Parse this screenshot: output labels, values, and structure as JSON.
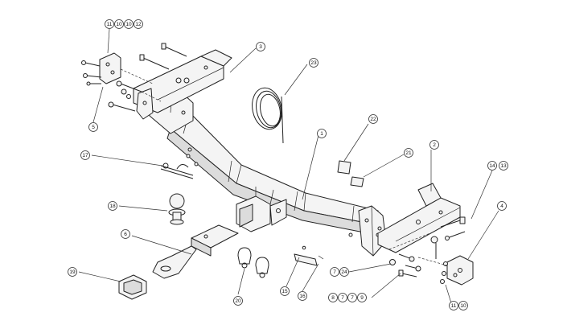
{
  "callouts": [
    {
      "id": "c11a",
      "text": "11"
    },
    {
      "id": "c10a",
      "text": "10"
    },
    {
      "id": "c10b",
      "text": "10"
    },
    {
      "id": "c12",
      "text": "12"
    },
    {
      "id": "c5",
      "text": "5"
    },
    {
      "id": "c3",
      "text": "3"
    },
    {
      "id": "c23",
      "text": "23"
    },
    {
      "id": "c1",
      "text": "1"
    },
    {
      "id": "c22",
      "text": "22"
    },
    {
      "id": "c21",
      "text": "21"
    },
    {
      "id": "c2",
      "text": "2"
    },
    {
      "id": "c14",
      "text": "14"
    },
    {
      "id": "c13",
      "text": "13"
    },
    {
      "id": "c4",
      "text": "4"
    },
    {
      "id": "c17",
      "text": "17"
    },
    {
      "id": "c18",
      "text": "18"
    },
    {
      "id": "c6",
      "text": "6"
    },
    {
      "id": "c19",
      "text": "19"
    },
    {
      "id": "c20",
      "text": "20"
    },
    {
      "id": "c15",
      "text": "15"
    },
    {
      "id": "c16",
      "text": "16"
    },
    {
      "id": "c7a",
      "text": "7"
    },
    {
      "id": "c24",
      "text": "24"
    },
    {
      "id": "c8",
      "text": "8"
    },
    {
      "id": "c7b",
      "text": "7"
    },
    {
      "id": "c7c",
      "text": "7"
    },
    {
      "id": "c9",
      "text": "9"
    },
    {
      "id": "c11b",
      "text": "11"
    },
    {
      "id": "c10c",
      "text": "10"
    }
  ]
}
